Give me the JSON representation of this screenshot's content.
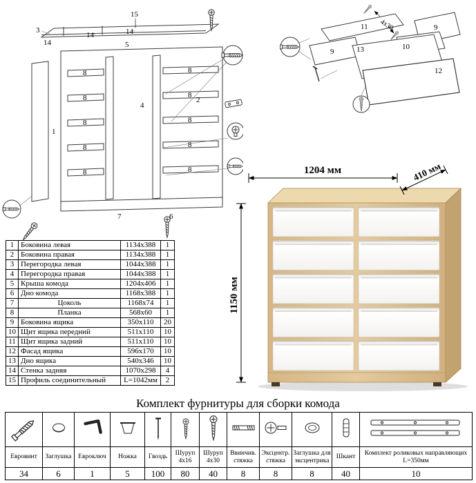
{
  "parts_table": {
    "rows": [
      {
        "num": "1",
        "name": "Боковина левая",
        "size": "1134x388",
        "qty": "1"
      },
      {
        "num": "2",
        "name": "Боковина правая",
        "size": "1134x388",
        "qty": "1"
      },
      {
        "num": "3",
        "name": "Перегородка левая",
        "size": "1044x388",
        "qty": "1"
      },
      {
        "num": "4",
        "name": "Перегородка правая",
        "size": "1044x388",
        "qty": "1"
      },
      {
        "num": "5",
        "name": "Крыша комода",
        "size": "1204x406",
        "qty": "1"
      },
      {
        "num": "6",
        "name": "Дно комода",
        "size": "1168x388",
        "qty": "1"
      },
      {
        "num": "7",
        "name": "Цоколь",
        "size": "1168x74",
        "qty": "1"
      },
      {
        "num": "8",
        "name": "Планка",
        "size": "568x60",
        "qty": "1"
      },
      {
        "num": "9",
        "name": "Боковина ящика",
        "size": "350x110",
        "qty": "20"
      },
      {
        "num": "10",
        "name": "Щит ящика передний",
        "size": "511x110",
        "qty": "10"
      },
      {
        "num": "11",
        "name": "Щит ящика задний",
        "size": "511x110",
        "qty": "10"
      },
      {
        "num": "12",
        "name": "Фасад ящика",
        "size": "596x170",
        "qty": "10"
      },
      {
        "num": "13",
        "name": "Дно ящика",
        "size": "540x346",
        "qty": "10"
      },
      {
        "num": "14",
        "name": "Стенка задняя",
        "size": "1070x298",
        "qty": "4"
      },
      {
        "num": "15",
        "name": "Профиль соединительный",
        "size": "L=1042мм",
        "qty": "2"
      }
    ]
  },
  "dresser": {
    "width_label": "1204 мм",
    "depth_label": "410 мм",
    "height_label": "1150 мм",
    "colors": {
      "wood_front": "#dcc094",
      "wood_top": "#ecd9ae",
      "wood_side": "#c2a26f",
      "drawer": "#ffffff"
    }
  },
  "diagram_left": {
    "labels": {
      "n1": "1",
      "n2": "2",
      "n3": "3",
      "n4": "4",
      "n5": "5",
      "n6": "6",
      "n7": "7",
      "n8": "8",
      "n14": "14",
      "n15": "15"
    }
  },
  "diagram_right": {
    "labels": {
      "n9": "9",
      "n10": "10",
      "n11": "11",
      "n12": "12",
      "n13": "13",
      "screws": "4x30"
    }
  },
  "hardware": {
    "title": "Комплект фурнитуры для сборки комода",
    "items": [
      {
        "name": "Евровинт",
        "qty": "34",
        "icon": "confirmat-screw-icon"
      },
      {
        "name": "Заглушка",
        "qty": "6",
        "icon": "cap-icon"
      },
      {
        "name": "Евроключ",
        "qty": "1",
        "icon": "hex-key-icon"
      },
      {
        "name": "Ножка",
        "qty": "5",
        "icon": "leg-icon"
      },
      {
        "name": "Гвоздь",
        "qty": "100",
        "icon": "nail-icon"
      },
      {
        "name": "Шуруп 4x16",
        "qty": "80",
        "icon": "screw-icon"
      },
      {
        "name": "Шуруп 4x30",
        "qty": "40",
        "icon": "screw-icon"
      },
      {
        "name": "Ввинчив. стяжка",
        "qty": "8",
        "icon": "connecting-bolt-icon"
      },
      {
        "name": "Эксцентр. стяжка",
        "qty": "8",
        "icon": "cam-lock-icon"
      },
      {
        "name": "Заглушка для эксцентрика",
        "qty": "8",
        "icon": "cam-cap-icon"
      },
      {
        "name": "Шкант",
        "qty": "40",
        "icon": "dowel-icon"
      },
      {
        "name": "Комплект роликовых направляющих L=350мм",
        "qty": "10",
        "icon": "drawer-slides-icon"
      }
    ]
  }
}
